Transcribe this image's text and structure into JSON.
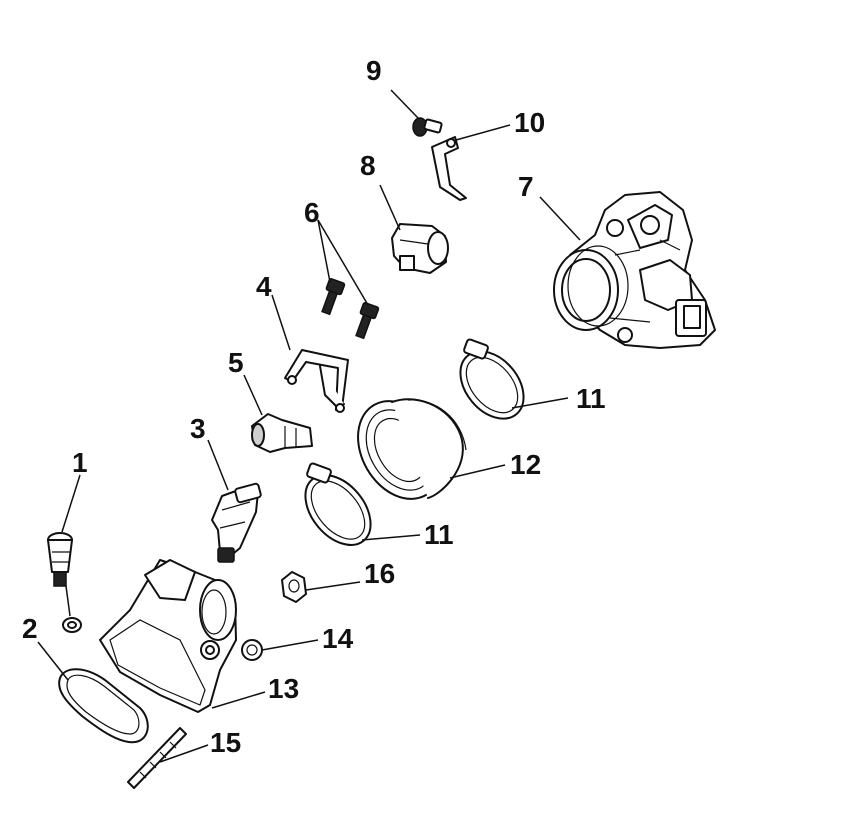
{
  "diagram": {
    "callouts": [
      {
        "label": "1"
      },
      {
        "label": "2"
      },
      {
        "label": "3"
      },
      {
        "label": "4"
      },
      {
        "label": "5"
      },
      {
        "label": "6"
      },
      {
        "label": "7"
      },
      {
        "label": "8"
      },
      {
        "label": "9"
      },
      {
        "label": "10"
      },
      {
        "label": "11"
      },
      {
        "label": "12"
      },
      {
        "label": "11"
      },
      {
        "label": "13"
      },
      {
        "label": "14"
      },
      {
        "label": "15"
      },
      {
        "label": "16"
      }
    ]
  }
}
